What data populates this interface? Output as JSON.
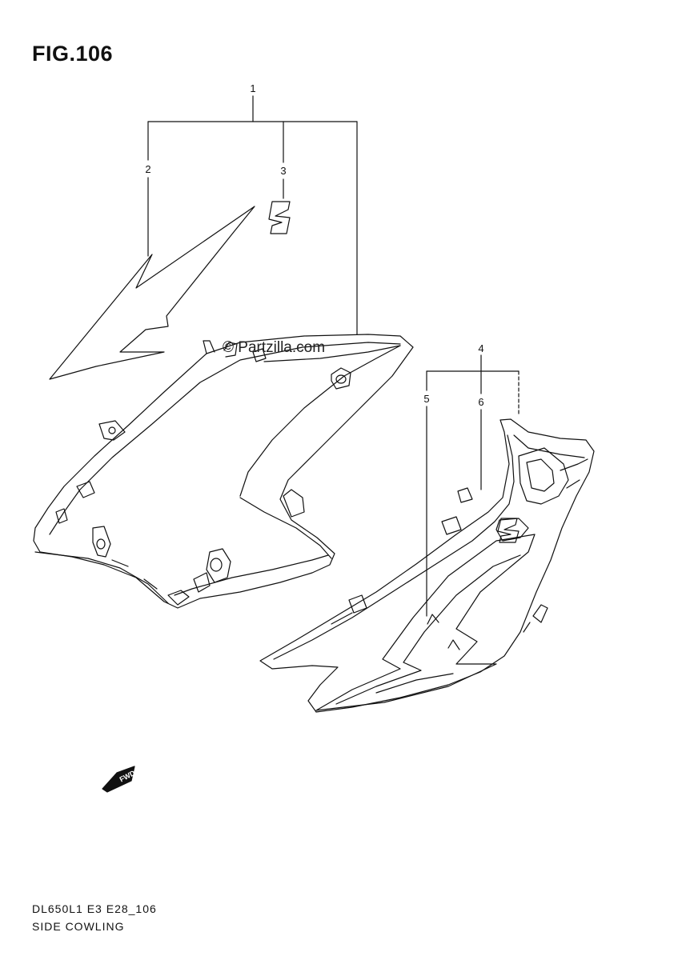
{
  "figure": {
    "title": "FIG.106"
  },
  "callouts": [
    {
      "id": "callout-1",
      "number": "1"
    },
    {
      "id": "callout-2",
      "number": "2"
    },
    {
      "id": "callout-3",
      "number": "3"
    },
    {
      "id": "callout-4",
      "number": "4"
    },
    {
      "id": "callout-5",
      "number": "5"
    },
    {
      "id": "callout-6",
      "number": "6"
    }
  ],
  "watermark": "© Partzilla.com",
  "forward_badge": "FWD",
  "footer": {
    "model_code": "DL650L1 E3 E28_106",
    "section_name": "SIDE COWLING"
  }
}
